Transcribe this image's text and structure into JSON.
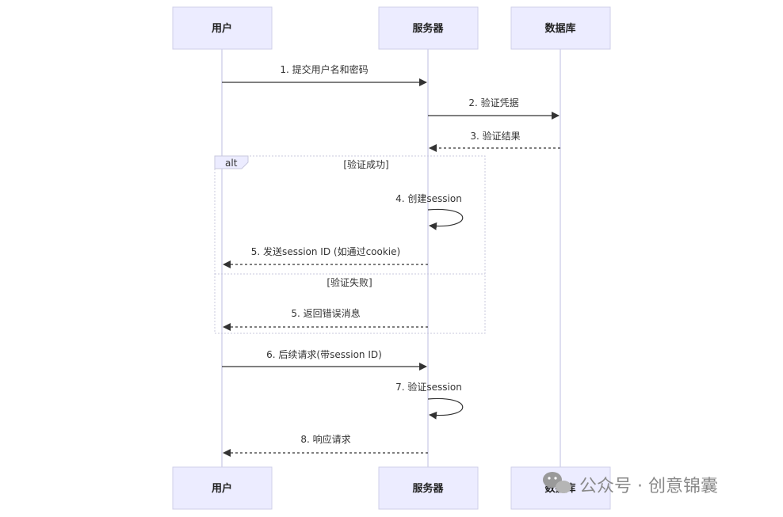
{
  "actors": [
    "用户",
    "服务器",
    "数据库"
  ],
  "messages": [
    {
      "label": "1. 提交用户名和密码"
    },
    {
      "label": "2. 验证凭据"
    },
    {
      "label": "3. 验证结果"
    },
    {
      "label": "4. 创建session"
    },
    {
      "label": "5. 发送session ID (如通过cookie)"
    },
    {
      "label": "5. 返回错误消息"
    },
    {
      "label": "6. 后续请求(带session ID)"
    },
    {
      "label": "7. 验证session"
    },
    {
      "label": "8. 响应请求"
    }
  ],
  "alt": {
    "tag": "alt",
    "condition_1": "[验证成功]",
    "condition_2": "[验证失败]"
  },
  "watermark": {
    "text": "公众号 · 创意锦囊",
    "icon": "wechat-icon"
  }
}
